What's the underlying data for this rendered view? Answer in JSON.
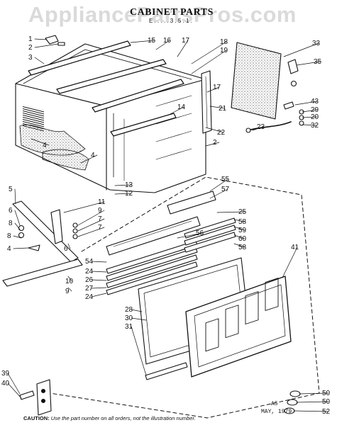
{
  "watermark": "AppliancePartsPros.com",
  "title": "CABINET PARTS",
  "subtitle": "E . . . . . 3 . 5 . 1 .",
  "stamp": {
    "line1": "A5",
    "line2": "MAY, 1979"
  },
  "caution": {
    "label": "CAUTION:",
    "text": "Use the part number on all orders, not the illustration number."
  },
  "callouts": [
    "1",
    "2",
    "3",
    "15",
    "16",
    "17",
    "18",
    "19",
    "33",
    "35",
    "14",
    "17",
    "21",
    "22",
    "43",
    "29",
    "20",
    "32",
    "23",
    "2",
    "4",
    "4",
    "13",
    "12",
    "5",
    "11",
    "9",
    "7",
    "6",
    "8",
    "7",
    "8",
    "4",
    "6",
    "55",
    "57",
    "25",
    "58",
    "59",
    "60",
    "58",
    "56",
    "54",
    "24",
    "26",
    "27",
    "24",
    "10",
    "9",
    "28",
    "30",
    "31",
    "41",
    "39",
    "40",
    "50",
    "50",
    "52"
  ],
  "colors": {
    "ink": "#111111",
    "paper": "#ffffff"
  }
}
